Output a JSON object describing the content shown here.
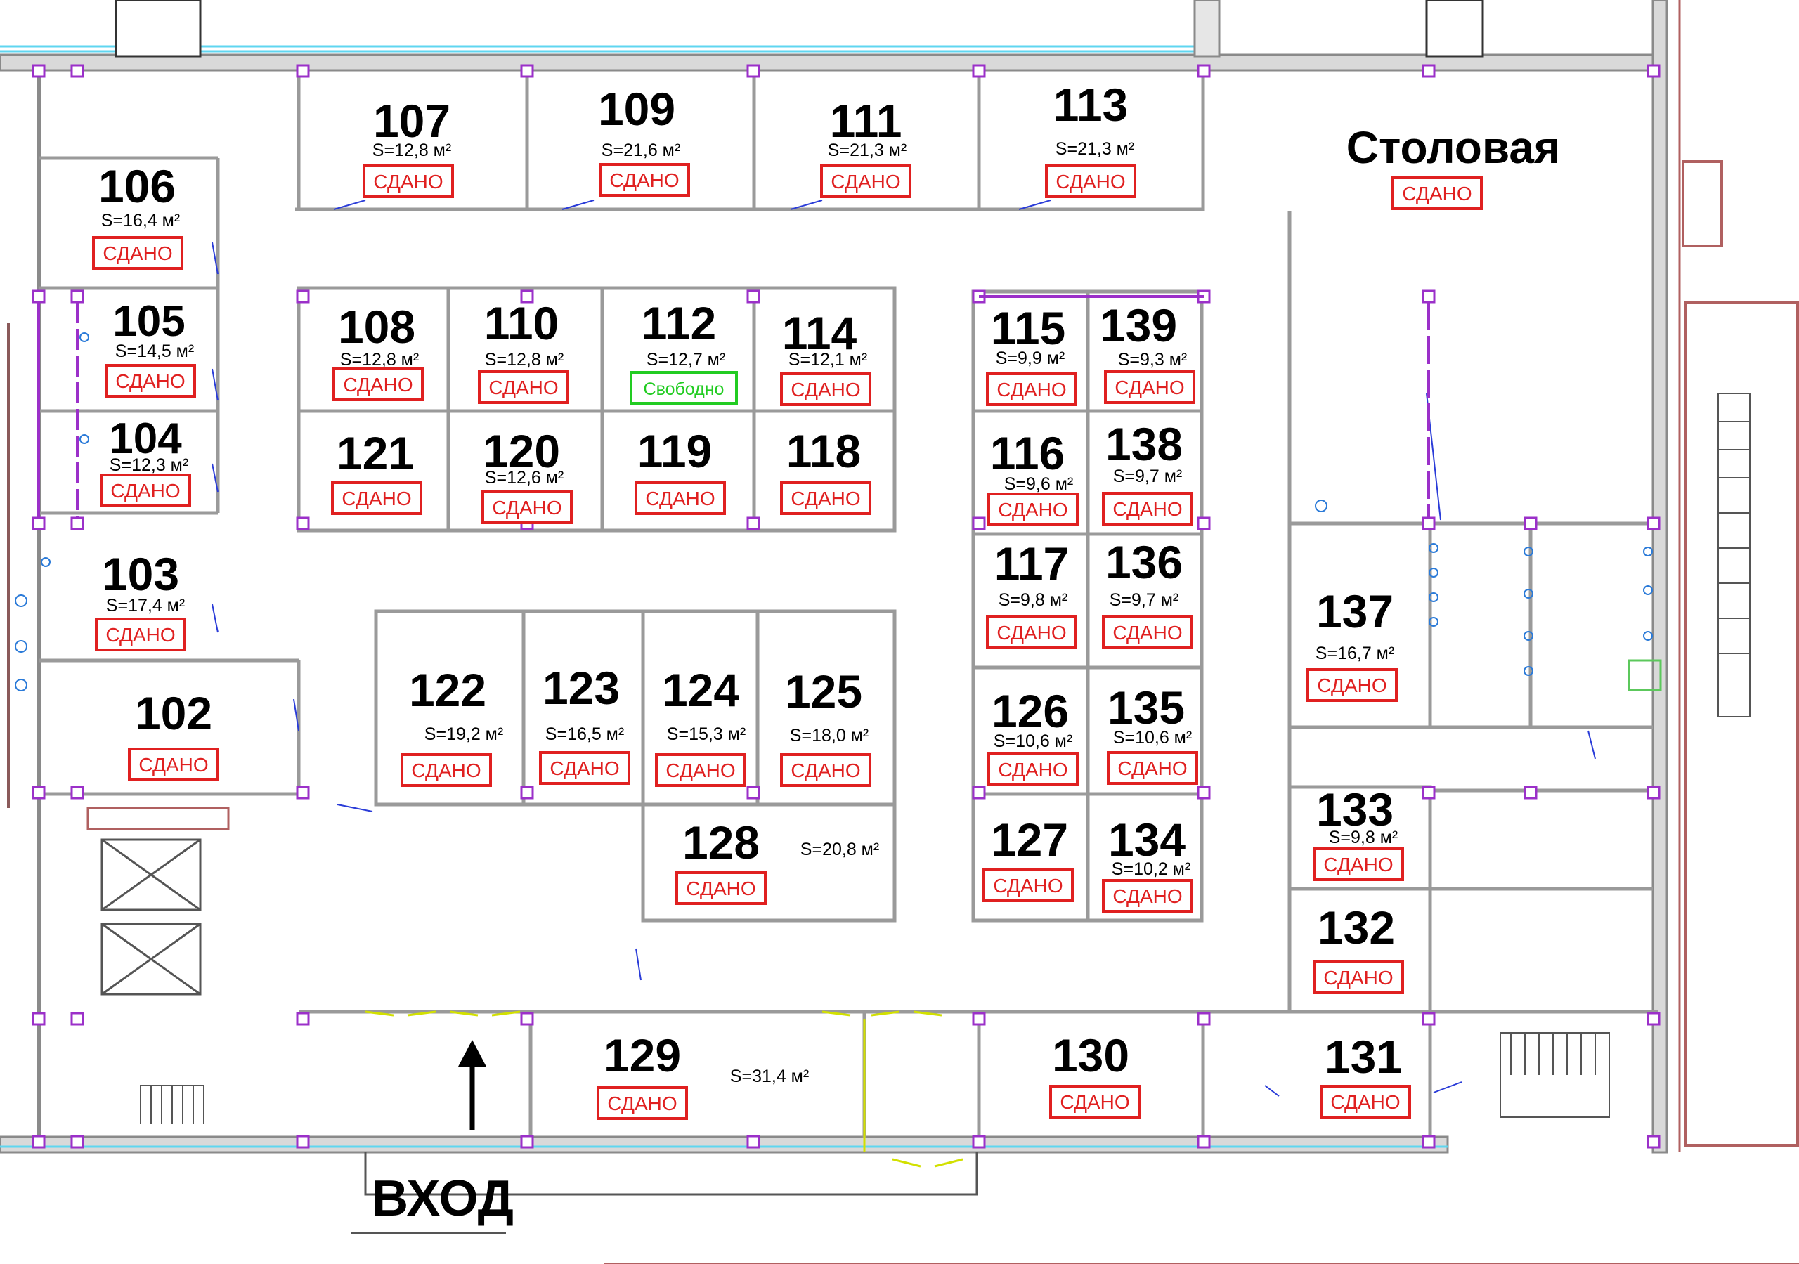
{
  "colors": {
    "leased": "#e02020",
    "free": "#22cc22",
    "wall": "#9a9a9a",
    "outer_wall": "#8a5a5a",
    "column": "#9b30c9",
    "glass": "#5fd6f0",
    "door": "#2a3cd8"
  },
  "labels": {
    "canteen": "Столовая",
    "entrance": "ВХОД"
  },
  "statuses": {
    "leased": "СДАНО",
    "free": "Свободно"
  },
  "rooms": {
    "r102": {
      "number": "102",
      "area": "",
      "status": "СДАНО"
    },
    "r103": {
      "number": "103",
      "area": "S=17,4 м²",
      "status": "СДАНО"
    },
    "r104": {
      "number": "104",
      "area": "S=12,3 м²",
      "status": "СДАНО"
    },
    "r105": {
      "number": "105",
      "area": "S=14,5 м²",
      "status": "СДАНО"
    },
    "r106": {
      "number": "106",
      "area": "S=16,4 м²",
      "status": "СДАНО"
    },
    "r107": {
      "number": "107",
      "area": "S=12,8 м²",
      "status": "СДАНО"
    },
    "r108": {
      "number": "108",
      "area": "S=12,8 м²",
      "status": "СДАНО"
    },
    "r109": {
      "number": "109",
      "area": "S=21,6 м²",
      "status": "СДАНО"
    },
    "r110": {
      "number": "110",
      "area": "S=12,8 м²",
      "status": "СДАНО"
    },
    "r111": {
      "number": "111",
      "area": "S=21,3 м²",
      "status": "СДАНО"
    },
    "r112": {
      "number": "112",
      "area": "S=12,7 м²",
      "status": "Свободно"
    },
    "r113": {
      "number": "113",
      "area": "S=21,3 м²",
      "status": "СДАНО"
    },
    "r114": {
      "number": "114",
      "area": "S=12,1 м²",
      "status": "СДАНО"
    },
    "r115": {
      "number": "115",
      "area": "S=9,9 м²",
      "status": "СДАНО"
    },
    "r116": {
      "number": "116",
      "area": "S=9,6 м²",
      "status": "СДАНО"
    },
    "r117": {
      "number": "117",
      "area": "S=9,8 м²",
      "status": "СДАНО"
    },
    "r118": {
      "number": "118",
      "area": "",
      "status": "СДАНО"
    },
    "r119": {
      "number": "119",
      "area": "",
      "status": "СДАНО"
    },
    "r120": {
      "number": "120",
      "area": "S=12,6 м²",
      "status": "СДАНО"
    },
    "r121": {
      "number": "121",
      "area": "",
      "status": "СДАНО"
    },
    "r122": {
      "number": "122",
      "area": "S=19,2 м²",
      "status": "СДАНО"
    },
    "r123": {
      "number": "123",
      "area": "S=16,5 м²",
      "status": "СДАНО"
    },
    "r124": {
      "number": "124",
      "area": "S=15,3 м²",
      "status": "СДАНО"
    },
    "r125": {
      "number": "125",
      "area": "S=18,0 м²",
      "status": "СДАНО"
    },
    "r126": {
      "number": "126",
      "area": "S=10,6 м²",
      "status": "СДАНО"
    },
    "r127": {
      "number": "127",
      "area": "",
      "status": "СДАНО"
    },
    "r128": {
      "number": "128",
      "area": "S=20,8 м²",
      "status": "СДАНО"
    },
    "r129": {
      "number": "129",
      "area": "S=31,4 м²",
      "status": "СДАНО"
    },
    "r130": {
      "number": "130",
      "area": "",
      "status": "СДАНО"
    },
    "r131": {
      "number": "131",
      "area": "",
      "status": "СДАНО"
    },
    "r132": {
      "number": "132",
      "area": "",
      "status": "СДАНО"
    },
    "r133": {
      "number": "133",
      "area": "S=9,8 м²",
      "status": "СДАНО"
    },
    "r134": {
      "number": "134",
      "area": "S=10,2 м²",
      "status": "СДАНО"
    },
    "r135": {
      "number": "135",
      "area": "S=10,6 м²",
      "status": "СДАНО"
    },
    "r136": {
      "number": "136",
      "area": "S=9,7 м²",
      "status": "СДАНО"
    },
    "r137": {
      "number": "137",
      "area": "S=16,7 м²",
      "status": "СДАНО"
    },
    "r138": {
      "number": "138",
      "area": "S=9,7 м²",
      "status": "СДАНО"
    },
    "r139": {
      "number": "139",
      "area": "S=9,3 м²",
      "status": "СДАНО"
    },
    "canteen": {
      "status": "СДАНО"
    }
  }
}
